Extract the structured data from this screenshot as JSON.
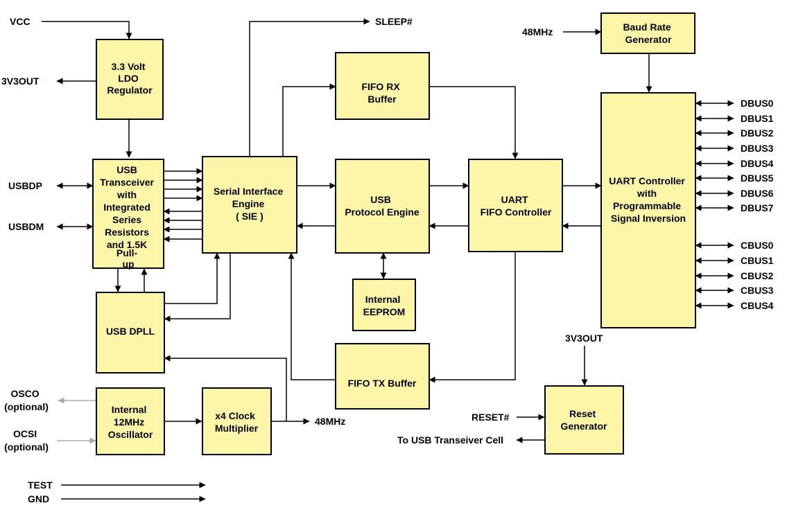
{
  "blocks": {
    "ldo": [
      "3.3 Volt",
      "LDO",
      "Regulator"
    ],
    "usb_transceiver": [
      "USB",
      "Transceiver",
      "with",
      "Integrated",
      "Series",
      "Resistors",
      "and 1.5K",
      "Pull-",
      "up"
    ],
    "sie": [
      "Serial Interface",
      "Engine",
      "( SIE )"
    ],
    "fifo_rx": [
      "FIFO RX",
      "Buffer"
    ],
    "usb_protocol": [
      "USB",
      "Protocol Engine"
    ],
    "uart_fifo": [
      "UART",
      "FIFO Controller"
    ],
    "baud_rate": [
      "Baud Rate",
      "Generator"
    ],
    "uart_controller": [
      "UART Controller",
      "with",
      "Programmable",
      "Signal Inversion"
    ],
    "eeprom": [
      "Internal",
      "EEPROM"
    ],
    "dpll": [
      "USB DPLL"
    ],
    "fifo_tx": [
      "FIFO TX Buffer"
    ],
    "osc": [
      "Internal",
      "12MHz",
      "Oscillator"
    ],
    "clock_mult": [
      "x4 Clock",
      "Multiplier"
    ],
    "reset_gen": [
      "Reset",
      "Generator"
    ]
  },
  "signals": {
    "vcc": "VCC",
    "v3v3out_left": "3V3OUT",
    "usbdp": "USBDP",
    "usbdm": "USBDM",
    "osco": [
      "OSCO",
      "(optional)"
    ],
    "ocsi": [
      "OCSI",
      "(optional)"
    ],
    "test": "TEST",
    "gnd": "GND",
    "sleep": "SLEEP#",
    "mhz_top": "48MHz",
    "mhz_bottom": "48MHz",
    "v3v3out_right": "3V3OUT",
    "reset": "RESET#",
    "to_usb": "To USB Transeiver Cell",
    "dbus": [
      "DBUS0",
      "DBUS1",
      "DBUS2",
      "DBUS3",
      "DBUS4",
      "DBUS5",
      "DBUS6",
      "DBUS7"
    ],
    "cbus": [
      "CBUS0",
      "CBUS1",
      "CBUS2",
      "CBUS3",
      "CBUS4"
    ]
  }
}
